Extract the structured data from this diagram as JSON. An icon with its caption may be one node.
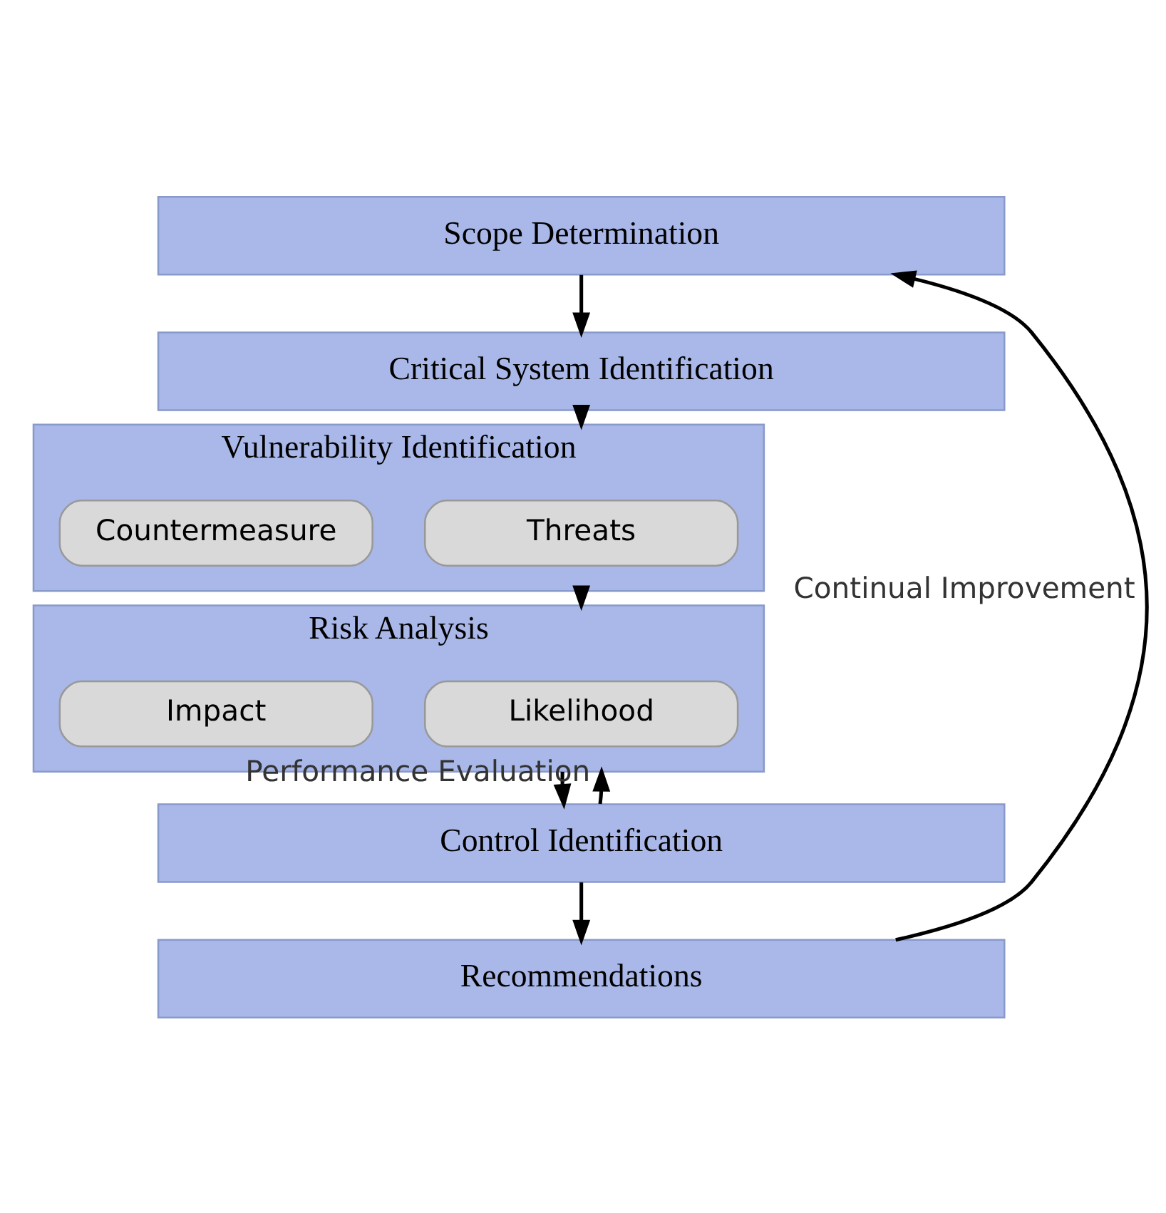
{
  "diagram": {
    "nodes": [
      {
        "text": [
          "Scope Determination"
        ]
      },
      {
        "text": [
          "Critical System Identification"
        ]
      },
      {
        "text": [
          "Vulnerability Identification"
        ]
      },
      {
        "text": [
          "Threats"
        ],
        "in": 2
      },
      {
        "text": [
          "Countermeasure"
        ],
        "in": 2
      },
      {
        "text": [
          "Risk Analysis"
        ]
      },
      {
        "text": [
          "Likelihood"
        ],
        "in": 5
      },
      {
        "text": [
          "Impact"
        ],
        "in": 5
      },
      {
        "text": [
          "Control Identification"
        ]
      },
      {
        "text": [
          "Recommendations"
        ]
      }
    ],
    "edges": [
      {
        "from": 0,
        "to": 1,
        "arrow": "to"
      },
      {
        "from": 1,
        "to": 2,
        "arrow": "to"
      },
      {
        "from": 2,
        "to": 5,
        "arrow": "to"
      },
      {
        "from": 5,
        "to": 8,
        "arrow": "to"
      },
      {
        "from": 8,
        "to": 9,
        "arrow": "to"
      },
      {
        "from": 9,
        "to": 0,
        "arrow": "to",
        "label": "Continual Improvement"
      },
      {
        "from": 8,
        "to": 5,
        "arrow": "to",
        "label": "Performance Evaluation"
      }
    ]
  }
}
